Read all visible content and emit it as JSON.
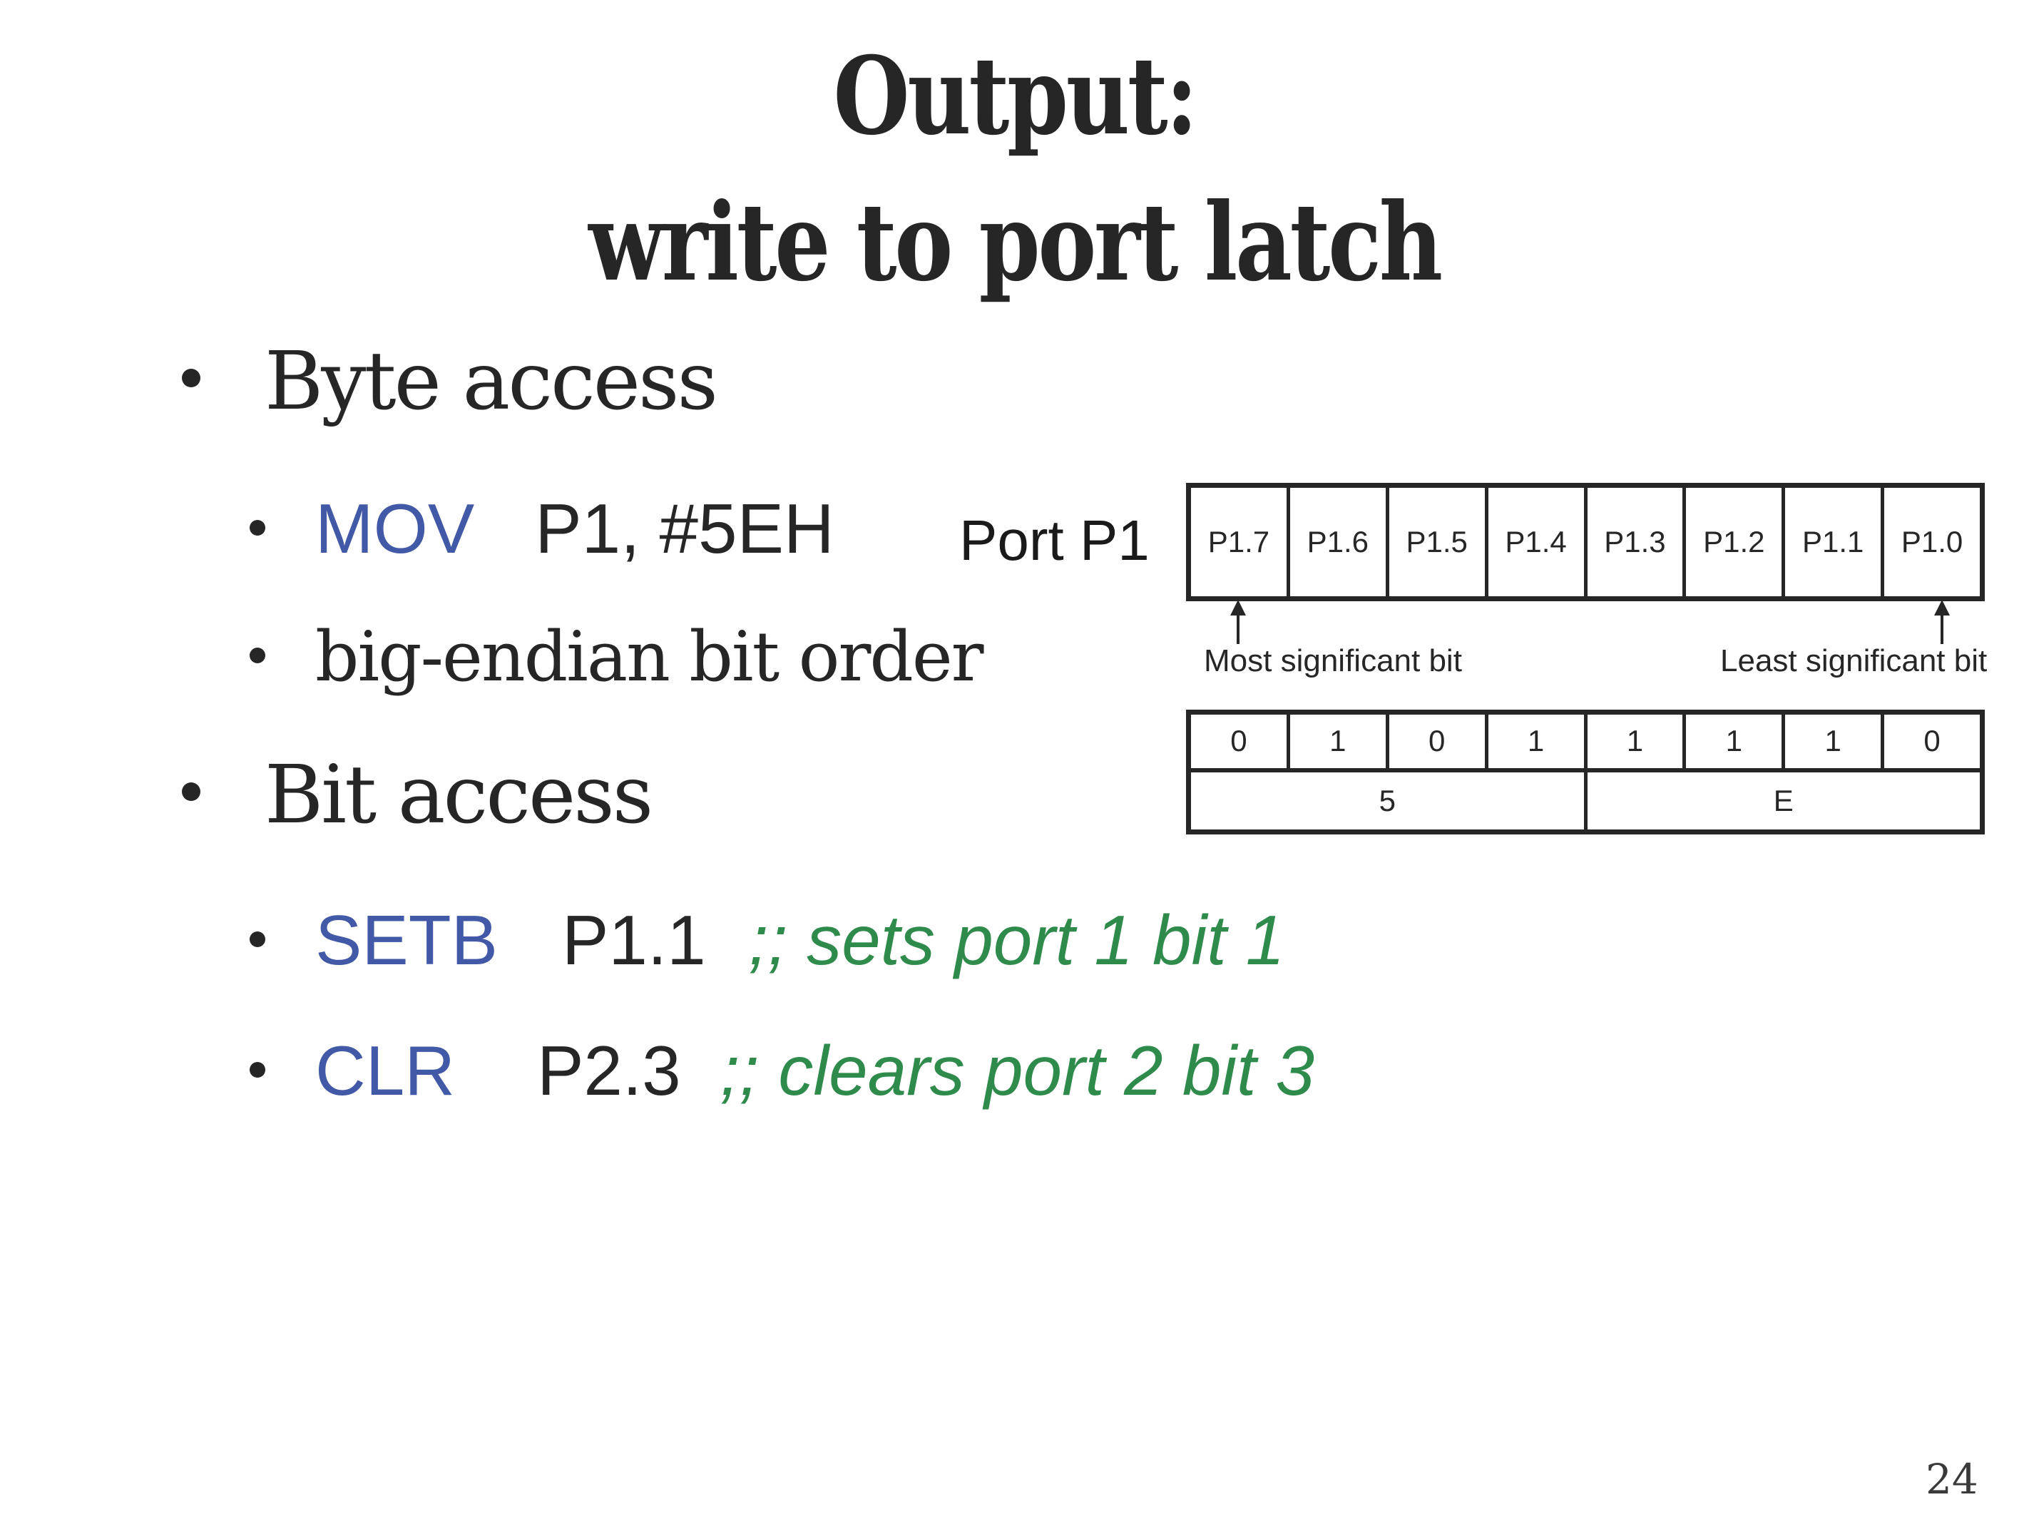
{
  "slide": {
    "title_line1": "Output:",
    "title_line2": "write to port latch",
    "page_number": "24"
  },
  "bullets": [
    {
      "text": "Byte access",
      "children": [
        {
          "keyword": "MOV",
          "operands": "P1, #5EH",
          "comment": ""
        },
        {
          "text": "big-endian bit order"
        }
      ]
    },
    {
      "text": "Bit access",
      "children": [
        {
          "keyword": "SETB",
          "operands": "P1.1",
          "comment": ";; sets port 1 bit 1"
        },
        {
          "keyword": "CLR",
          "operands": "P2.3",
          "comment": ";; clears port 2 bit 3"
        }
      ]
    }
  ],
  "diagram": {
    "port_label": "Port P1",
    "port_bits": [
      "P1.7",
      "P1.6",
      "P1.5",
      "P1.4",
      "P1.3",
      "P1.2",
      "P1.1",
      "P1.0"
    ],
    "msb_label": "Most significant bit",
    "lsb_label": "Least significant bit",
    "bit_values": [
      "0",
      "1",
      "0",
      "1",
      "1",
      "1",
      "1",
      "0"
    ],
    "nibbles": [
      "5",
      "E"
    ]
  },
  "colors": {
    "keyword": "#4159a6",
    "comment": "#2e8b4b",
    "text": "#262626"
  }
}
